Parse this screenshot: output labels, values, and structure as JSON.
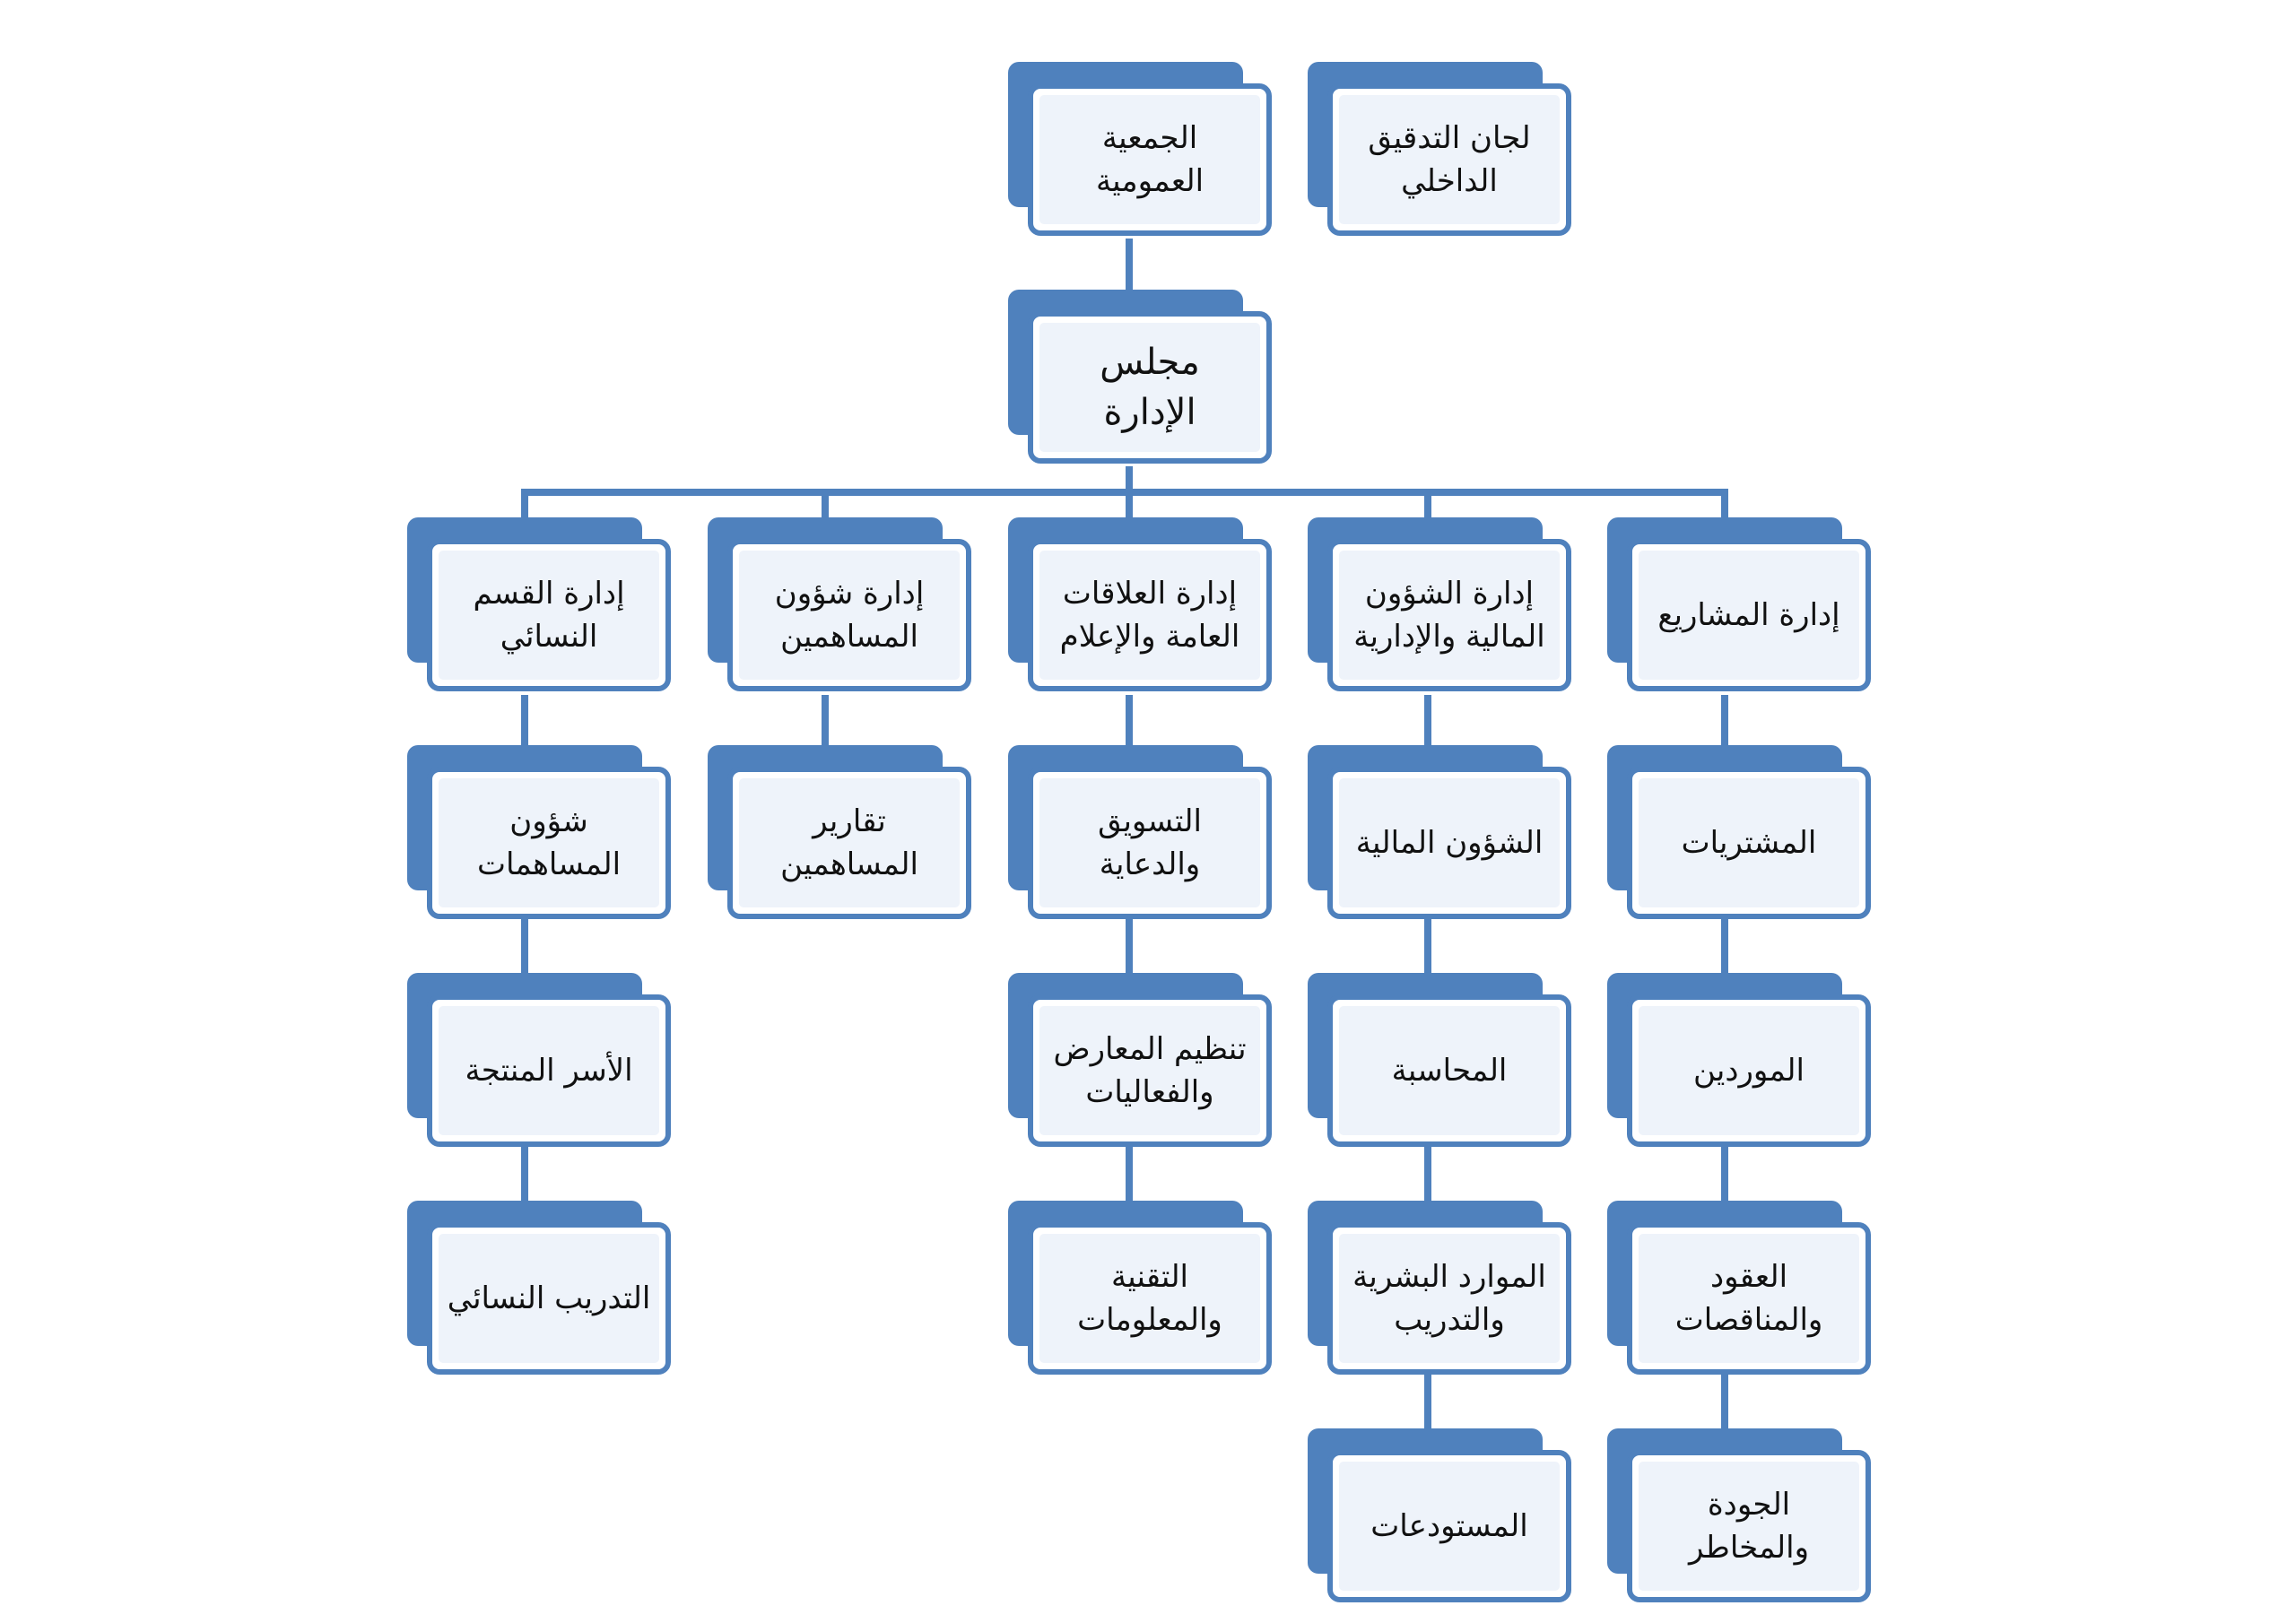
{
  "colors": {
    "node_fill": "#4f81bd",
    "node_inner": "#eef3fa",
    "connector": "#4f81bd",
    "text": "#111111"
  },
  "nodes": {
    "general_assembly": "الجمعية\nالعمومية",
    "internal_audit": "لجان التدقيق\nالداخلي",
    "board": "مجلس\nالإدارة",
    "projects_dept": "إدارة المشاريع",
    "finance_admin_dept": "إدارة الشؤون\nالمالية والإدارية",
    "pr_media_dept": "إدارة العلاقات\nالعامة والإعلام",
    "shareholders_dept": "إدارة شؤون\nالمساهمين",
    "women_section_dept": "إدارة القسم\nالنسائي",
    "purchases": "المشتريات",
    "suppliers": "الموردين",
    "contracts_tenders": "العقود\nوالمناقصات",
    "quality_risks": "الجودة\nوالمخاطر",
    "financial_affairs": "الشؤون المالية",
    "accounting": "المحاسبة",
    "hr_training": "الموارد البشرية\nوالتدريب",
    "warehouses": "المستودعات",
    "marketing_advertising": "التسويق\nوالدعاية",
    "exhibitions_events": "تنظيم المعارض\nوالفعاليات",
    "it": "التقنية\nوالمعلومات",
    "shareholder_reports": "تقارير\nالمساهمين",
    "contributions_affairs": "شؤون\nالمساهمات",
    "productive_families": "الأسر المنتجة",
    "women_training": "التدريب النسائي"
  }
}
